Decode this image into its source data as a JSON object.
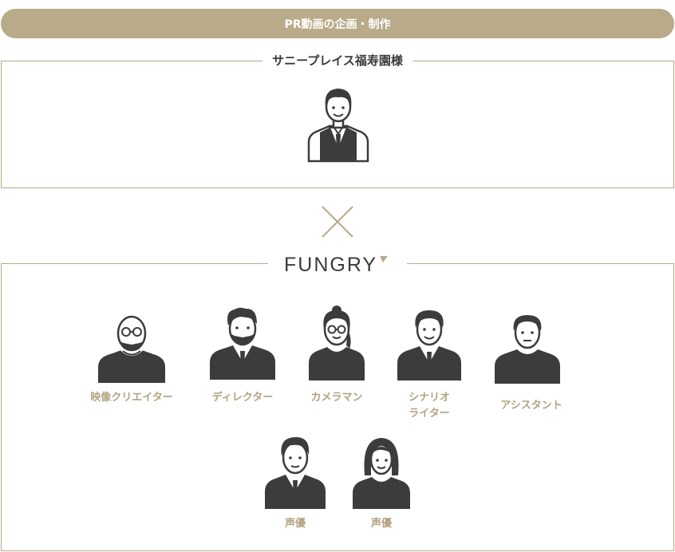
{
  "header": {
    "title": "PR動画の企画・制作"
  },
  "client": {
    "name": "サニープレイス福寿園様"
  },
  "partner": {
    "logo_text": "FUNGRY"
  },
  "team": {
    "roles": [
      {
        "label": "映像クリエイター"
      },
      {
        "label": "ディレクター"
      },
      {
        "label": "カメラマン"
      },
      {
        "label_line1": "シナリオ",
        "label_line2": "ライター"
      },
      {
        "label": "アシスタント"
      },
      {
        "label": "声優"
      },
      {
        "label": "声優"
      }
    ]
  },
  "colors": {
    "accent": "#b9aa89",
    "text_accent": "#b3a37f",
    "figure": "#3c3c3c"
  }
}
